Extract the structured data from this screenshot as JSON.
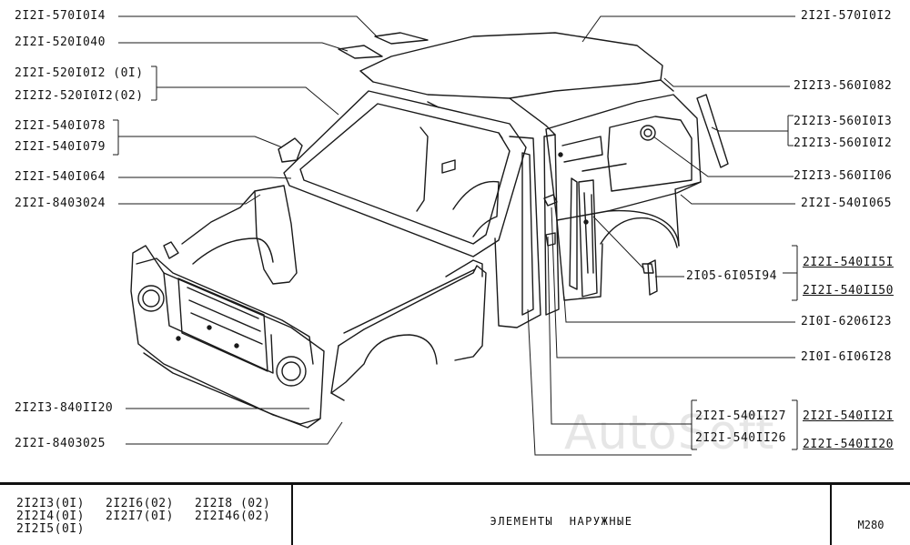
{
  "watermark": "AutoSoft",
  "labels_left": [
    "2I2I-570I0I4",
    "2I2I-520I040",
    "2I2I-520I0I2 (0I)",
    "2I2I2-520I0I2(02)",
    "2I2I-540I078",
    "2I2I-540I079",
    "2I2I-540I064",
    "2I2I-8403024",
    "2I2I3-840II20",
    "2I2I-8403025"
  ],
  "labels_right": [
    "2I2I-570I0I2",
    "2I2I3-560I082",
    "2I2I3-560I0I3",
    "2I2I3-560I0I2",
    "2I2I3-560II06",
    "2I2I-540I065",
    "2I2I-540II5I",
    "2I2I-540II50",
    "2I05-6I05I94",
    "2I0I-6206I23",
    "2I0I-6I06I28",
    "2I2I-540II27",
    "2I2I-540II26",
    "2I2I-540II2I",
    "2I2I-540II20"
  ],
  "footer": {
    "models": [
      "2I2I3(0I)",
      "2I2I6(02)",
      "2I2I8 (02)",
      "2I2I4(0I)",
      "2I2I7(0I)",
      "2I2I46(02)",
      "2I2I5(0I)"
    ],
    "title": "ЭЛЕМЕНТЫ  НАРУЖНЫЕ",
    "code": "M280"
  }
}
